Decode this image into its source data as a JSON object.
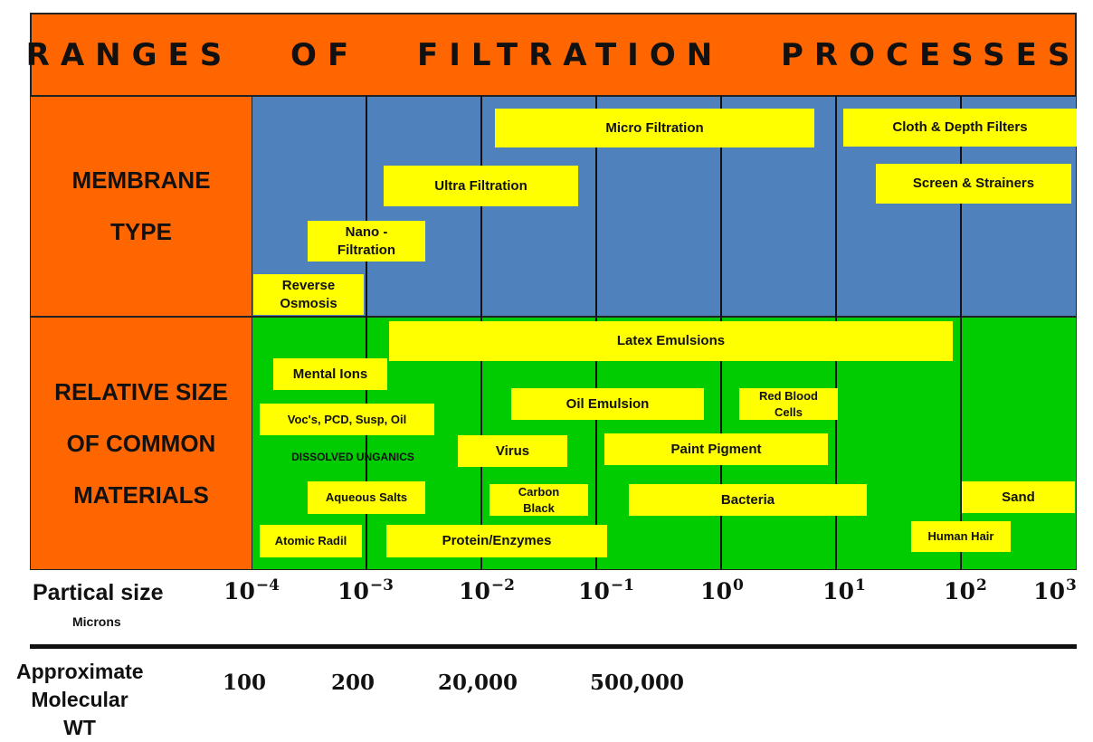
{
  "title": "RANGES OF FILTRATION PROCESSES",
  "membrane_label": [
    "MEMBRANE",
    "TYPE"
  ],
  "materials_label": [
    "RELATIVE SIZE",
    "OF COMMON",
    "MATERIALS"
  ],
  "membrane_types": [
    "Micro Filtration",
    "Cloth & Depth Filters",
    "Ultra Filtration",
    "Screen & Strainers",
    "Nano - Filtration",
    "Reverse Osmosis"
  ],
  "materials": [
    "Latex Emulsions",
    "Mental Ions",
    "Oil Emulsion",
    "Red Blood Cells",
    "Voc's, PCD, Susp, Oil",
    "Virus",
    "Paint Pigment",
    "Aqueous Salts",
    "Carbon Black",
    "Bacteria",
    "Sand",
    "Atomic Radil",
    "Protein/Enzymes",
    "Human Hair"
  ],
  "dissolved_note": "DISSOLVED UNGANICS",
  "axis": {
    "label": "Partical size",
    "unit": "Microns",
    "ticks": [
      {
        "base": "10",
        "exp": "−4"
      },
      {
        "base": "10",
        "exp": "−3"
      },
      {
        "base": "10",
        "exp": "−2"
      },
      {
        "base": "10",
        "exp": "−1"
      },
      {
        "base": "10",
        "exp": "0"
      },
      {
        "base": "10",
        "exp": "1"
      },
      {
        "base": "10",
        "exp": "2"
      },
      {
        "base": "10",
        "exp": "3"
      }
    ]
  },
  "molecular_weight": {
    "label": "Approximate Molecular WT",
    "values": [
      "100",
      "200",
      "20,000",
      "500,000"
    ]
  },
  "colors": {
    "header": "#ff6600",
    "membrane_bg": "#4f81bd",
    "materials_bg": "#00cc00",
    "box": "#ffff00"
  }
}
